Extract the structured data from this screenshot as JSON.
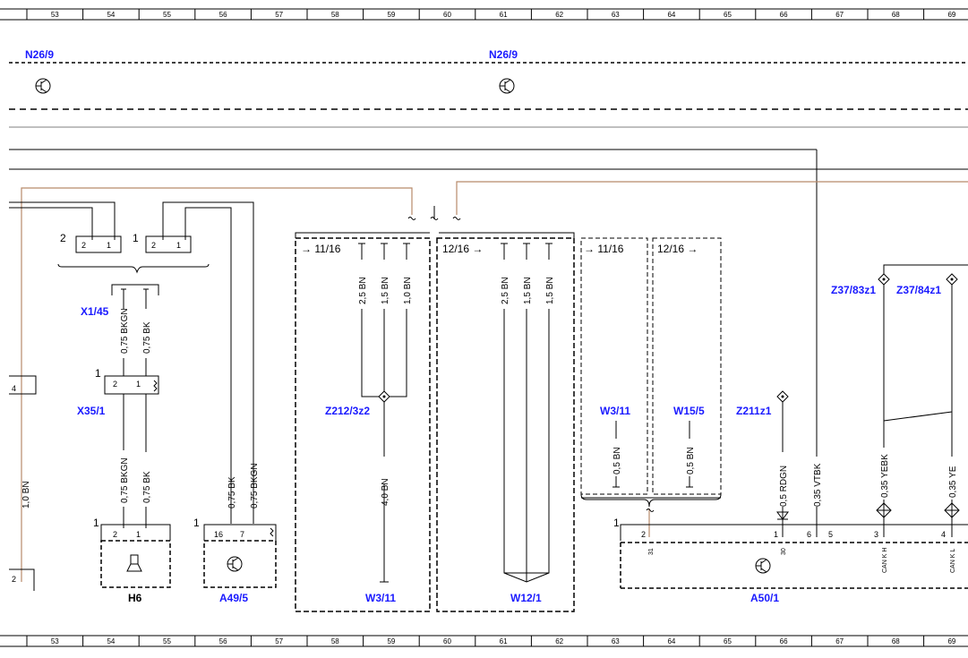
{
  "grid": {
    "columns": [
      "53",
      "54",
      "55",
      "56",
      "57",
      "58",
      "59",
      "60",
      "61",
      "62",
      "63",
      "64",
      "65",
      "66",
      "67",
      "68",
      "69"
    ]
  },
  "components": {
    "n26_9_left": "N26/9",
    "n26_9_right": "N26/9",
    "x1_45": "X1/45",
    "x35_1": "X35/1",
    "h6": "H6",
    "a49_5": "A49/5",
    "z212_3z2": "Z212/3z2",
    "w3_11_bottom": "W3/11",
    "w12_1": "W12/1",
    "w3_11_mid": "W3/11",
    "w15_5": "W15/5",
    "z211z1": "Z211z1",
    "z37_83z1": "Z37/83z1",
    "z37_84z1": "Z37/84z1",
    "a50_1": "A50/1"
  },
  "refs": {
    "b1": "→ 11/16",
    "b2": "12/16 →",
    "b3": "→ 11/16",
    "b4": "12/16 →"
  },
  "wires": {
    "x1_bkgn": "0,75 BKGN",
    "x1_bk": "0,75 BK",
    "h6_bkgn": "0,75 BKGN",
    "h6_bk": "0,75 BK",
    "a49_bk": "0,75 BK",
    "a49_bkgn": "0,75 BKGN",
    "left_bn": "1,0 BN",
    "z212_1": "2,5 BN",
    "z212_2": "1,5 BN",
    "z212_3": "1,0 BN",
    "z212_main": "4,0 BN",
    "w12_1": "2,5 BN",
    "w12_2": "1,5 BN",
    "w12_3": "1,5 BN",
    "w3_bn": "0,5 BN",
    "w15_bn": "0,5 BN",
    "z211_rdgn": "0,5 RDGN",
    "vtbk": "0,35 VTBK",
    "yebk": "0,35 YEBK",
    "ye": "0,35 YE"
  },
  "pins": {
    "x1_2": "2",
    "x1_1": "1",
    "x1_c2": "2",
    "x1_c1": "1",
    "x1_p2b": "2",
    "x1_p1b": "1",
    "x35_1": "1",
    "x35_p2": "2",
    "x35_p1": "1",
    "h6_1": "1",
    "h6_p2": "2",
    "h6_p1": "1",
    "a49_1": "1",
    "a49_p16": "16",
    "a49_p7": "7",
    "left_4": "4",
    "left_2": "2",
    "a50_1": "1",
    "a50_p2": "2",
    "a50_p31": "31",
    "a50_pin1": "1",
    "a50_p30": "30",
    "a50_p6": "6",
    "a50_p5": "5",
    "a50_p3": "3",
    "a50_p4": "4",
    "can_h": "CAN K H",
    "can_l": "CAN K L"
  }
}
